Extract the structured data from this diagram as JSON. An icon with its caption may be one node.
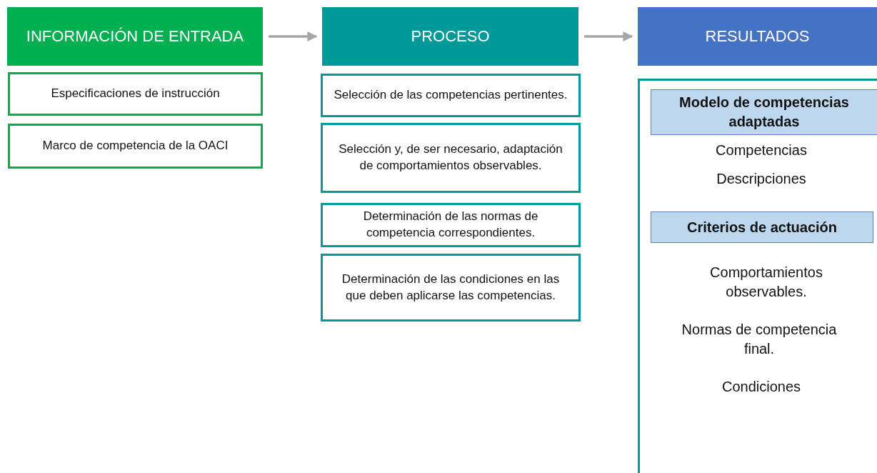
{
  "diagram": {
    "nodes": [
      {
        "text": [
          "INFORMACIÓN DE ENTRADA"
        ]
      },
      {
        "text": [
          "Especificaciones de instrucción"
        ]
      },
      {
        "text": [
          "Marco de competencia de la OACI"
        ]
      },
      {
        "text": [
          "PROCESO"
        ]
      },
      {
        "text": [
          "Selección de las competencias pertinentes."
        ]
      },
      {
        "text": [
          "Selección y, de ser necesario, adaptación de comportamientos observables."
        ]
      },
      {
        "text": [
          "Determinación de las normas de competencia correspondientes."
        ]
      },
      {
        "text": [
          "Determinación de las condiciones en las que deben aplicarse las competencias."
        ]
      },
      {
        "text": [
          "RESULTADOS"
        ]
      },
      {
        "text": [
          "Competencias",
          "Descripciones",
          "Comportamientos observables.",
          "Normas de competencia final.",
          "Condiciones"
        ]
      },
      {
        "text": [
          "Modelo de competencias adaptadas"
        ],
        "in": 9
      },
      {
        "text": [
          "Criterios de actuación"
        ],
        "in": 9
      }
    ],
    "edges": [
      {
        "from": 0,
        "to": 3,
        "arrow": "to"
      },
      {
        "from": 3,
        "to": 8,
        "arrow": "to"
      }
    ]
  }
}
